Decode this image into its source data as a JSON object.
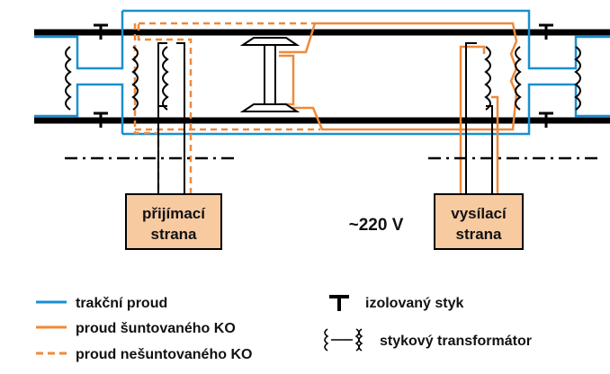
{
  "colors": {
    "traction": "#1a8fd0",
    "shunted": "#ee8a3c",
    "box_fill": "#f8caa0",
    "rail": "#000000"
  },
  "boxes": {
    "receiver": {
      "line1": "přijímací",
      "line2": "strana"
    },
    "transmitter": {
      "line1": "vysílací",
      "line2": "strana"
    }
  },
  "supply_voltage": "~220 V",
  "legend": {
    "traction_current": "trakční proud",
    "shunted_current": "proud šuntovaného KO",
    "unshunted_current": "proud nešuntovaného KO",
    "insulated_joint": "izolovaný styk",
    "joint_transformer": "stykový transformátor"
  }
}
